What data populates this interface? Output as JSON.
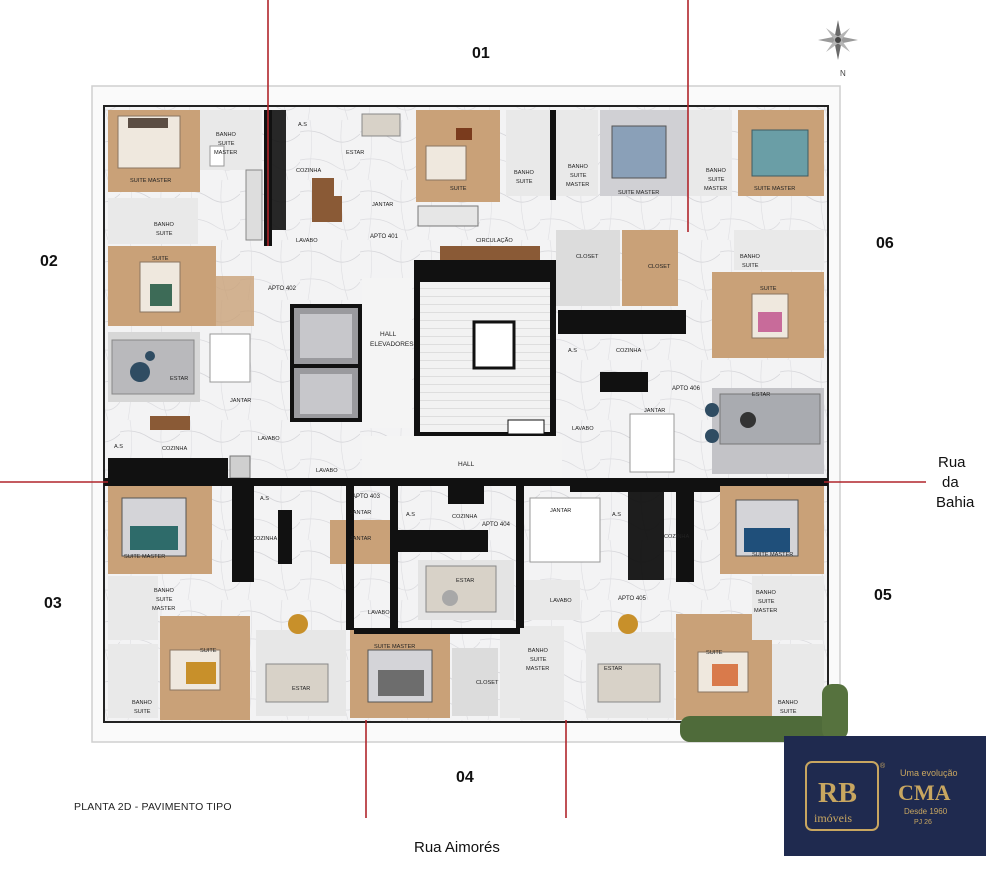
{
  "zones": {
    "z01": "01",
    "z02": "02",
    "z03": "03",
    "z04": "04",
    "z05": "05",
    "z06": "06"
  },
  "streets": {
    "bahia_1": "Rua",
    "bahia_2": "da",
    "bahia_3": "Bahia",
    "aimores": "Rua Aimorés"
  },
  "caption": "PLANTA 2D - PAVIMENTO TIPO",
  "compass": {
    "north": "N"
  },
  "logo": {
    "rb": "RB",
    "imoveis": "imóveis",
    "tagline": "Uma evolução",
    "cma": "CMA",
    "since": "Desde 1960",
    "pj": "PJ 26",
    "registered": "®"
  },
  "colors": {
    "guide_lines": "#b0252b",
    "logo_bg": "#1f2a4f",
    "logo_gold": "#c8a660",
    "wall": "#111111"
  },
  "apartments": {
    "a401": {
      "suite_master": "SUITE MASTER",
      "banho_1": "BANHO",
      "banho_2": "SUITE",
      "banho_3": "MASTER",
      "as": "A.S",
      "cozinha": "COZINHA",
      "estar": "ESTAR",
      "jantar": "JANTAR",
      "suite": "SUITE",
      "banho_suite_1": "BANHO",
      "banho_suite_2": "SUITE",
      "lavabo": "LAVABO",
      "apto": "APTO 401",
      "circulacao": "CIRCULAÇÃO"
    },
    "a402": {
      "banho_suite_1": "BANHO",
      "banho_suite_2": "SUITE",
      "suite": "SUITE",
      "apto": "APTO 402",
      "estar": "ESTAR",
      "jantar": "JANTAR",
      "as": "A.S",
      "cozinha": "COZINHA",
      "lavabo": "LAVABO"
    },
    "a406": {
      "suite_master_a": "SUITE MASTER",
      "banho_1": "BANHO",
      "banho_2": "SUITE",
      "banho_3": "MASTER",
      "suite_master_b": "SUITE MASTER",
      "closet_a": "CLOSET",
      "closet_b": "CLOSET",
      "banho_suite_1": "BANHO",
      "banho_suite_2": "SUITE",
      "suite": "SUITE",
      "as": "A.S",
      "cozinha": "COZINHA",
      "apto": "APTO 406",
      "jantar": "JANTAR",
      "estar": "ESTAR",
      "lavabo": "LAVABO"
    },
    "core": {
      "hall_elev_1": "HALL",
      "hall_elev_2": "ELEVADORES",
      "hall": "HALL"
    },
    "a403": {
      "suite_master": "SUITE MASTER",
      "banho_1": "BANHO",
      "banho_2": "SUITE",
      "banho_3": "MASTER",
      "banho_suite_1": "BANHO",
      "banho_suite_2": "SUITE",
      "suite": "SUITE",
      "as": "A.S",
      "cozinha": "COZINHA",
      "lavabo": "LAVABO",
      "apto": "APTO 403",
      "jantar": "JANTAR",
      "estar": "ESTAR"
    },
    "a404": {
      "cozinha": "COZINHA",
      "apto": "APTO 404",
      "estar": "ESTAR",
      "lavabo": "LAVABO",
      "suite_master": "SUITE MASTER",
      "closet": "CLOSET",
      "banho_1": "BANHO",
      "banho_2": "SUITE",
      "banho_3": "MASTER"
    },
    "a405": {
      "jantar": "JANTAR",
      "cozinha": "COZINHA",
      "as": "A.S",
      "apto": "APTO 405",
      "lavabo": "LAVABO",
      "estar": "ESTAR",
      "suite_master": "SUITE MASTER",
      "banho_1": "BANHO",
      "banho_2": "SUITE",
      "banho_3": "MASTER",
      "suite": "SUITE",
      "banho_suite_1": "BANHO",
      "banho_suite_2": "SUITE"
    }
  }
}
